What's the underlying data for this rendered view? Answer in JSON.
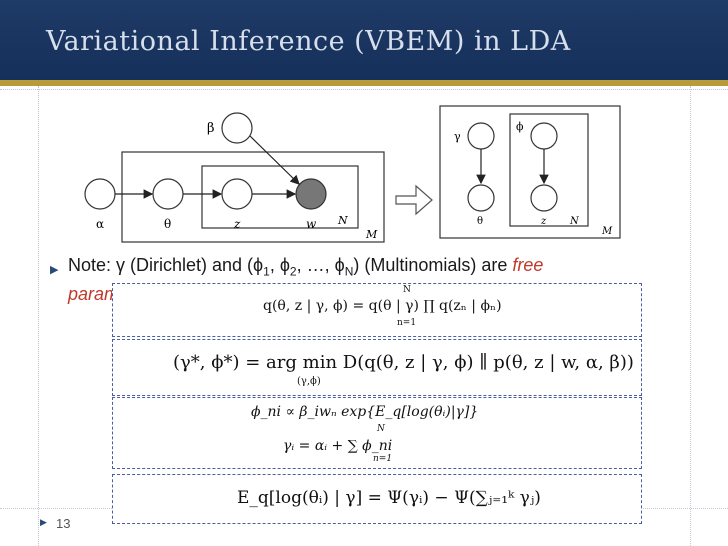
{
  "slide": {
    "title": "Variational Inference (VBEM) in LDA",
    "page_number": "13",
    "colors": {
      "header": "#1e3a66",
      "accent": "#b89b3a",
      "free_text": "#c0392b",
      "eq_border": "#4a5ea0"
    }
  },
  "diagram_left": {
    "nodes": {
      "beta": "β",
      "alpha": "α",
      "theta": "θ",
      "z": "z",
      "w": "w"
    },
    "plates": {
      "inner": "N",
      "outer": "M"
    }
  },
  "diagram_right": {
    "nodes": {
      "gamma": "γ",
      "phi": "ϕ",
      "theta": "θ",
      "z": "z"
    },
    "plates": {
      "inner": "N",
      "outer": "M"
    }
  },
  "note": {
    "prefix": "Note: γ (Dirichlet) and (ϕ",
    "sub1": "1",
    "sep1": ", ϕ",
    "sub2": "2",
    "sep2": ", …, ϕ",
    "subN": "N",
    "suffix": ") (Multinomials) are ",
    "free": "free",
    "line2": "param"
  },
  "equations": {
    "q_factor": "q(θ, z | γ, ϕ) = q(θ | γ) ∏ q(zₙ | ϕₙ)",
    "q_prod_top": "N",
    "q_prod_bottom": "n=1",
    "argmin": "(γ*, ϕ*) = arg min D(q(θ, z | γ, ϕ) ∥ p(θ, z | w, α, β))",
    "argmin_sub": "(γ,ϕ)",
    "phi_update": "ϕ_ni ∝ β_iwₙ exp{E_q[log(θᵢ)|γ]}",
    "gamma_update": "γᵢ = αᵢ + ∑ ϕ_ni",
    "gamma_sum_top": "N",
    "gamma_sum_bottom": "n=1",
    "expectation": "E_q[log(θᵢ) | γ] = Ψ(γᵢ) − Ψ(∑ⱼ₌₁ᵏ γⱼ)"
  }
}
